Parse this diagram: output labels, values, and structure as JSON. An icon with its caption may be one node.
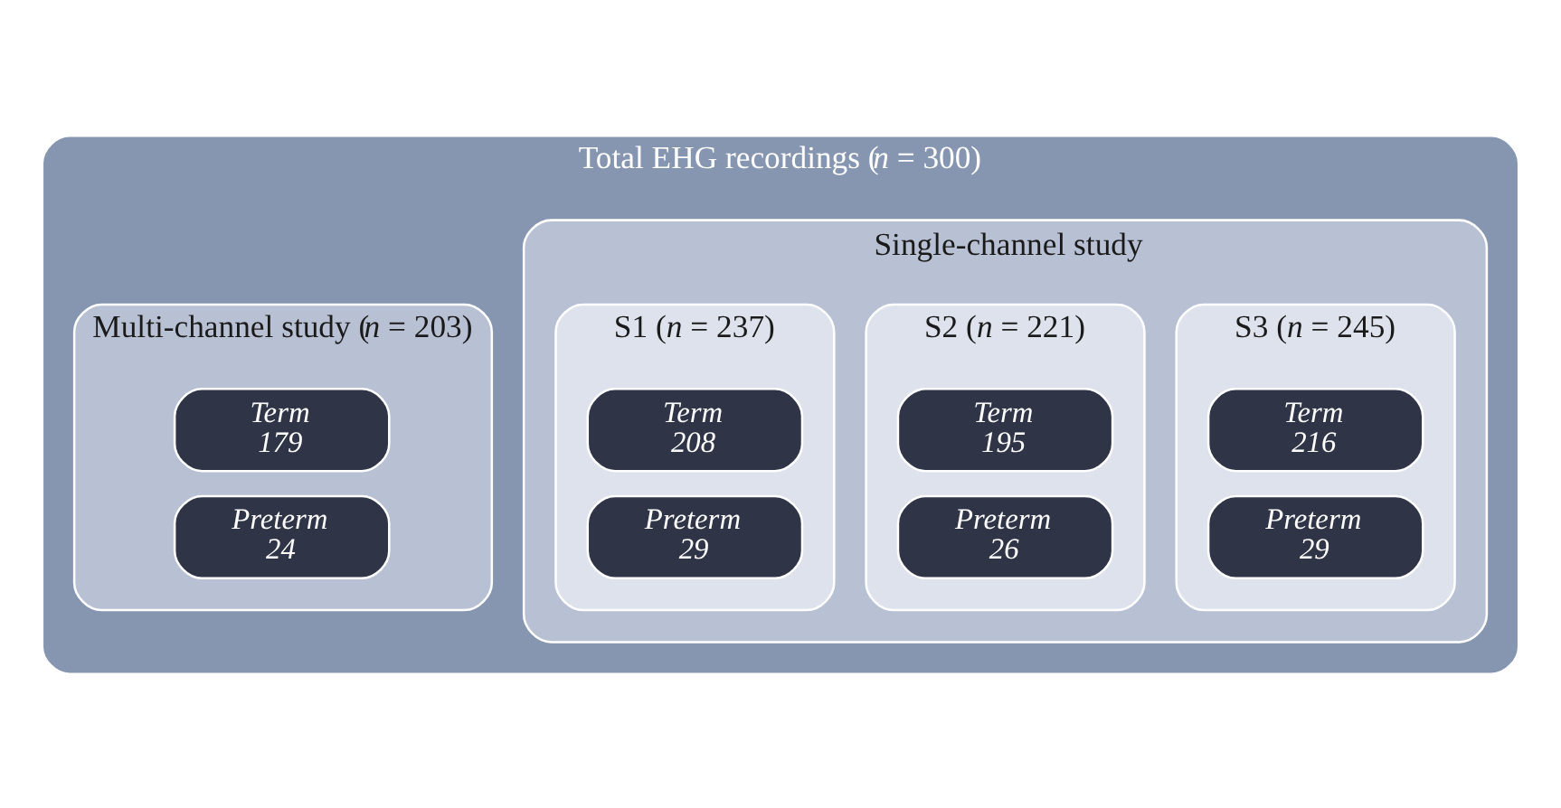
{
  "diagram": {
    "nodes": [
      {
        "text": [
          "Total EHG recordings (*n* = 300)"
        ]
      },
      {
        "text": [
          "Multi-channel study (*n* = 203)"
        ],
        "in": 0
      },
      {
        "text": [
          "Term",
          "179"
        ],
        "in": 1
      },
      {
        "text": [
          "Preterm",
          "24"
        ],
        "in": 1
      },
      {
        "text": [
          "Single-channel study"
        ],
        "in": 0
      },
      {
        "text": [
          "S1 (*n* = 237)"
        ],
        "in": 4
      },
      {
        "text": [
          "Term",
          "208"
        ],
        "in": 5
      },
      {
        "text": [
          "Preterm",
          "29"
        ],
        "in": 5
      },
      {
        "text": [
          "S2 (*n* = 221)"
        ],
        "in": 4
      },
      {
        "text": [
          "Term",
          "195"
        ],
        "in": 8
      },
      {
        "text": [
          "Preterm",
          "26"
        ],
        "in": 8
      },
      {
        "text": [
          "S3 (*n* = 245)"
        ],
        "in": 4
      },
      {
        "text": [
          "Term",
          "216"
        ],
        "in": 11
      },
      {
        "text": [
          "Preterm",
          "29"
        ],
        "in": 11
      }
    ],
    "edges": []
  }
}
